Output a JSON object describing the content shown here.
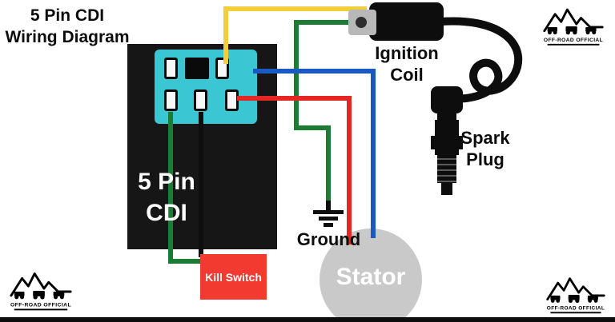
{
  "title": {
    "line1": "5 Pin CDI",
    "line2": "Wiring Diagram"
  },
  "brand": {
    "name": "OFF-ROAD OFFICIAL"
  },
  "cdi": {
    "line1": "5 Pin",
    "line2": "CDI"
  },
  "labels": {
    "ignition_coil_line1": "Ignition",
    "ignition_coil_line2": "Coil",
    "spark_plug_line1": "Spark",
    "spark_plug_line2": "Plug",
    "ground": "Ground",
    "stator": "Stator",
    "kill_switch": "Kill Switch"
  },
  "colors": {
    "yellow_wire": "#F2CF3A",
    "green_wire": "#1D7C33",
    "blue_wire": "#1A58C2",
    "red_wire": "#E62622",
    "black_wire": "#0E0E0E",
    "connector_teal": "#3AC6D2",
    "connector_inner": "#3AC6D2",
    "kill_switch_red": "#F23A30",
    "stator_gray": "#C9C9C9",
    "cdi_black": "#161616"
  },
  "wires": [
    {
      "color": "yellow",
      "hex": "#F2CF3A",
      "from": "CDI connector",
      "to": "Ignition Coil terminal"
    },
    {
      "color": "green",
      "hex": "#1D7C33",
      "from": "Ignition Coil bracket",
      "to": "Ground"
    },
    {
      "color": "blue",
      "hex": "#1A58C2",
      "from": "CDI connector",
      "to": "Stator"
    },
    {
      "color": "red",
      "hex": "#E62622",
      "from": "CDI connector",
      "to": "Stator"
    },
    {
      "color": "black",
      "hex": "#0E0E0E",
      "from": "CDI connector",
      "to": "Kill Switch"
    },
    {
      "color": "green",
      "hex": "#1D7C33",
      "from": "CDI connector",
      "to": "Kill Switch"
    }
  ]
}
